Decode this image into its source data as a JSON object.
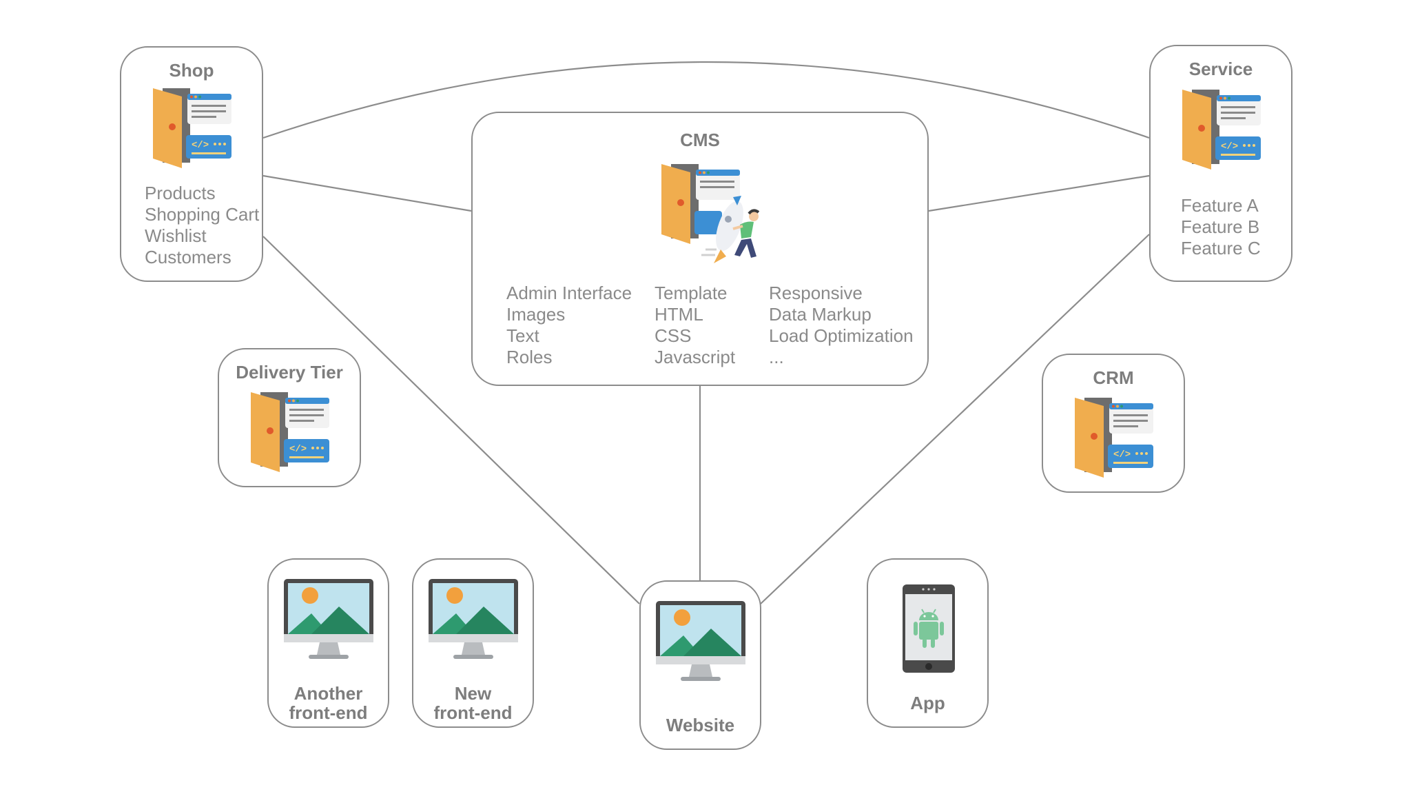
{
  "nodes": {
    "shop": {
      "title": "Shop",
      "items": [
        "Products",
        "Shopping Cart",
        "Wishlist",
        "Customers"
      ]
    },
    "service": {
      "title": "Service",
      "items": [
        "Feature A",
        "Feature B",
        "Feature C"
      ]
    },
    "cms": {
      "title": "CMS",
      "columns": [
        [
          "Admin Interface",
          "Images",
          "Text",
          "Roles"
        ],
        [
          "Template",
          "HTML",
          "CSS",
          "Javascript"
        ],
        [
          "Responsive",
          "Data Markup",
          "Load Optimization",
          "..."
        ]
      ]
    },
    "delivery_tier": {
      "title": "Delivery Tier"
    },
    "crm": {
      "title": "CRM"
    },
    "another_frontend": {
      "label_line1": "Another",
      "label_line2": "front-end"
    },
    "new_frontend": {
      "label_line1": "New",
      "label_line2": "front-end"
    },
    "website": {
      "label": "Website"
    },
    "app": {
      "label": "App"
    }
  },
  "colors": {
    "border": "#8c8c8c",
    "connector": "#8c8c8c",
    "text": "#7d7d7d",
    "door": "#f0ad4e",
    "door_dot": "#e05a2b",
    "panel_blue": "#3c8fd4",
    "monitor_sky": "#bfe3ee",
    "mountain": "#2e9a6f",
    "sun": "#f2a03d",
    "android": "#7cc79a"
  }
}
